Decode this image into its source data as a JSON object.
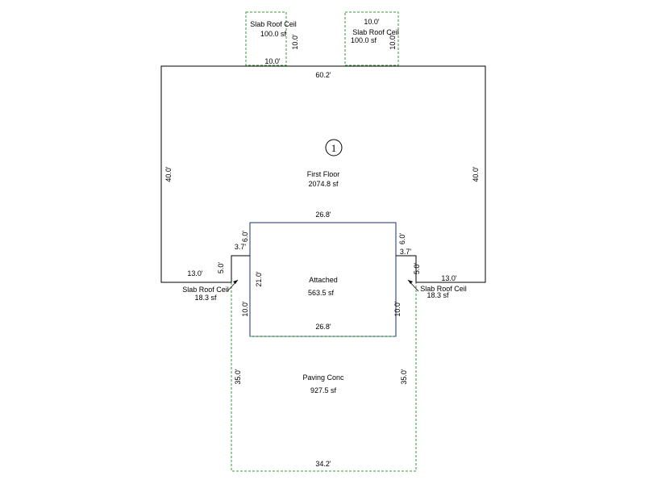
{
  "sketch": {
    "colors": {
      "building_line": "#000000",
      "attached_line": "#1a2f6b",
      "dashed_line": "#3a9a3a",
      "background": "#ffffff"
    },
    "main_area": {
      "label": "First Floor",
      "area": "2074.8 sf",
      "area_number": "1",
      "dim_top": "60.2'",
      "dim_left": "40.0'",
      "dim_right": "40.0'",
      "dim_bottom_left": "13.0'",
      "dim_bottom_right": "13.0'",
      "dim_step_left_h": "3.7'",
      "dim_step_right_h": "3.7'",
      "dim_step_left_v": "6.0'",
      "dim_step_right_v": "6.0'",
      "dim_notch_left": "5.0'",
      "dim_notch_right": "5.0'"
    },
    "attached": {
      "label": "Attached",
      "area": "563.5 sf",
      "dim_top": "26.8'",
      "dim_bottom": "26.8'",
      "dim_side": "21.0'"
    },
    "slab_roof_left_top": {
      "label": "Slab Roof Ceil",
      "area": "100.0 sf",
      "dim_bottom": "10.0'",
      "dim_side": "10.0'"
    },
    "slab_roof_right_top": {
      "label": "Slab Roof Ceil",
      "area": "100.0 sf",
      "dim_top": "10.0'",
      "dim_side": "10.0'"
    },
    "slab_roof_left_small": {
      "label": "Slab Roof Ceil",
      "area": "18.3 sf",
      "dim_side": "10.0'"
    },
    "slab_roof_right_small": {
      "label": "Slab Roof Ceil",
      "area": "18.3 sf",
      "dim_side": "10.0'"
    },
    "paving": {
      "label": "Paving Conc",
      "area": "927.5 sf",
      "dim_left": "35.0'",
      "dim_right": "35.0'",
      "dim_bottom": "34.2'"
    }
  }
}
